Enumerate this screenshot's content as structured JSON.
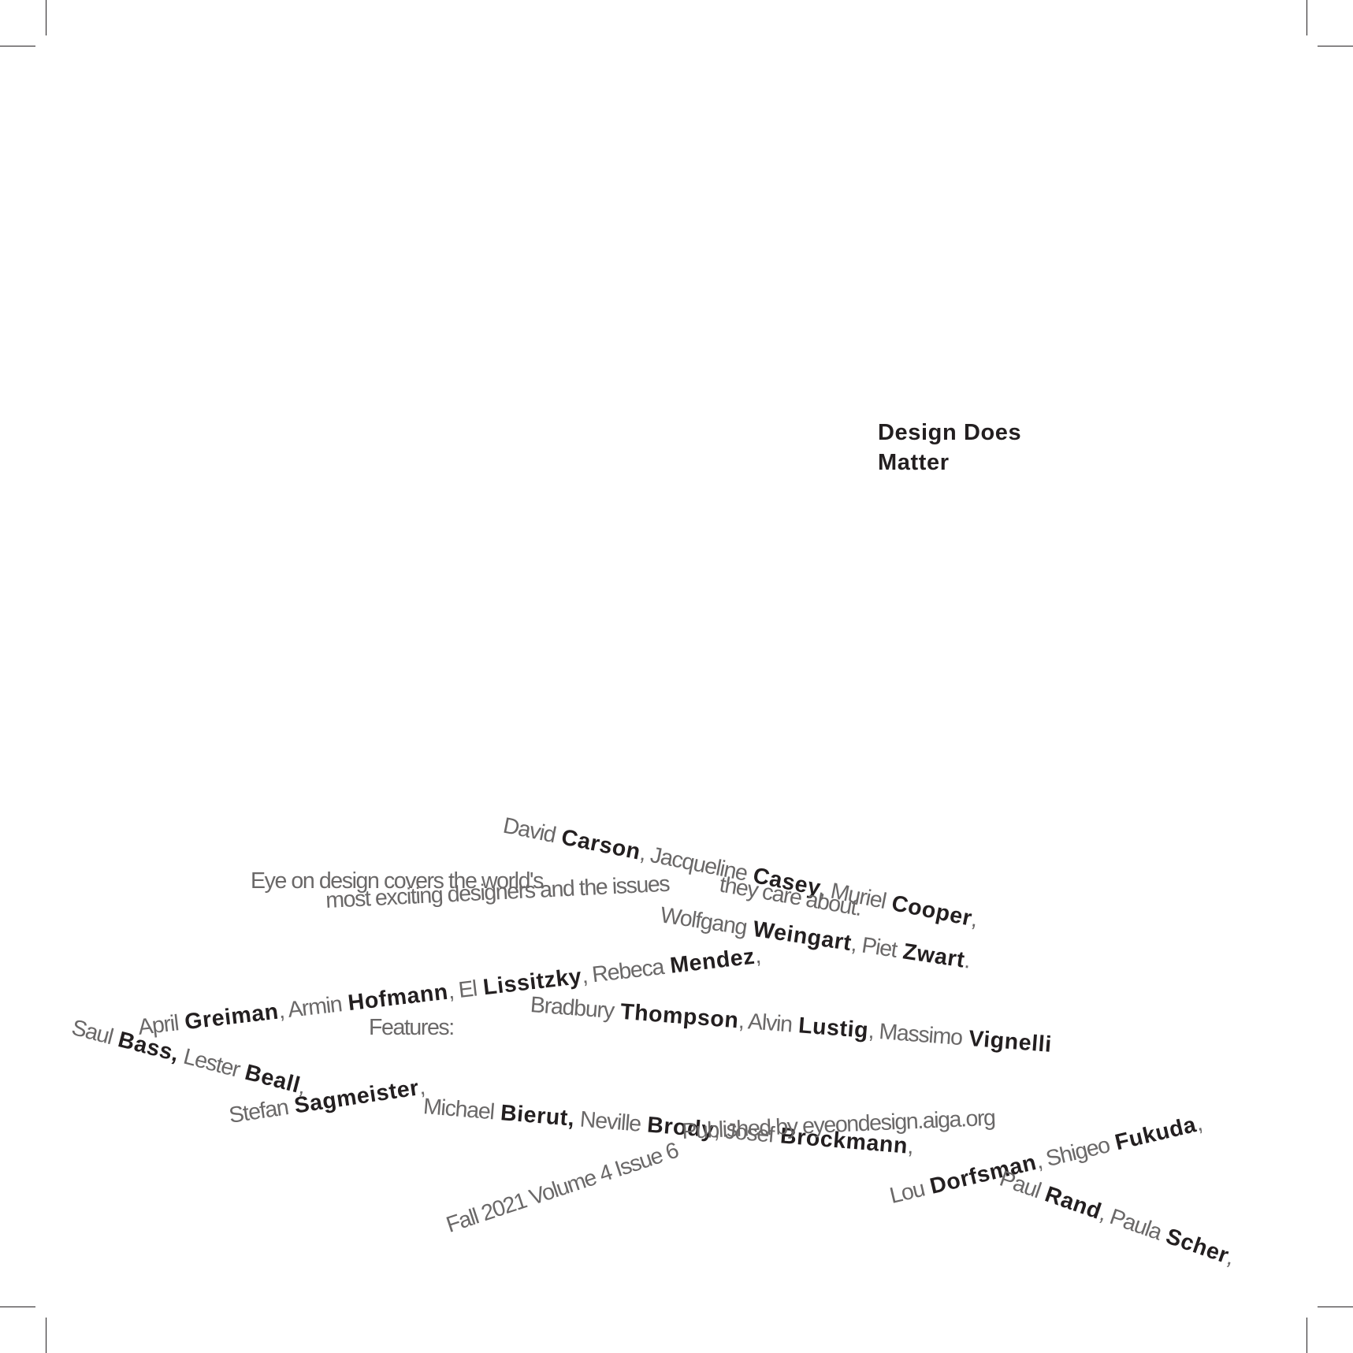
{
  "title": {
    "line1": "Design Does",
    "line2": "Matter"
  },
  "tagline": {
    "part1": "Eye on design covers the world's",
    "part2": "most exciting designers and the issues",
    "part3": "they care about."
  },
  "features_label": "Features:",
  "publisher": "Published by eyeondesign.aiga.org",
  "issue": "Fall 2021 Volume 4 Issue 6",
  "name_lines": [
    [
      [
        "David",
        " Carson"
      ],
      [
        ", Jacqueline",
        " Casey"
      ],
      [
        ", Muriel",
        " Cooper"
      ],
      [
        ",",
        ""
      ]
    ],
    [
      [
        "Wolfgang",
        " Weingart"
      ],
      [
        ", Piet",
        " Zwart"
      ],
      [
        ".",
        ""
      ]
    ],
    [
      [
        "April",
        " Greiman"
      ],
      [
        ", Armin",
        " Hofmann"
      ],
      [
        ", El",
        " Lissitzky"
      ],
      [
        ", Rebeca",
        " Mendez"
      ],
      [
        ",",
        ""
      ]
    ],
    [
      [
        "Bradbury",
        " Thompson"
      ],
      [
        ", Alvin",
        " Lustig"
      ],
      [
        ", Massimo",
        " Vignelli"
      ]
    ],
    [
      [
        "Saul",
        " Bass,"
      ],
      [
        " Lester",
        " Beall"
      ],
      [
        ",",
        ""
      ]
    ],
    [
      [
        "Stefan",
        " Sagmeister"
      ],
      [
        ",",
        ""
      ]
    ],
    [
      [
        "Michael",
        " Bierut,"
      ],
      [
        " Neville",
        " Brody"
      ],
      [
        ", Josef",
        " Brockmann"
      ],
      [
        ",",
        ""
      ]
    ],
    [
      [
        "Lou",
        " Dorfsman"
      ],
      [
        ", Shigeo",
        " Fukuda"
      ],
      [
        ",",
        ""
      ]
    ],
    [
      [
        "Paul",
        " Rand"
      ],
      [
        ", Paula",
        " Scher"
      ],
      [
        ",",
        ""
      ]
    ]
  ]
}
